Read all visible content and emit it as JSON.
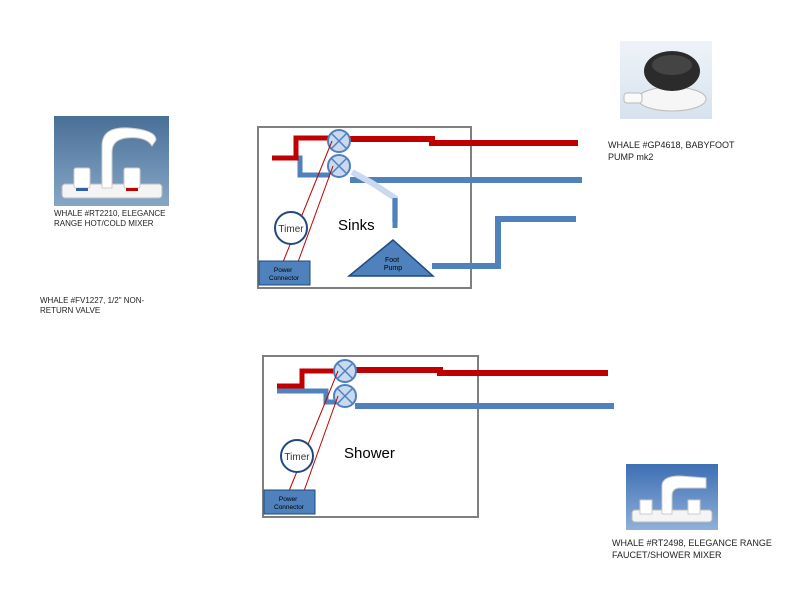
{
  "sinks": {
    "title": "Sinks",
    "timer": "Timer",
    "power_connector": [
      "Power",
      "Connector"
    ],
    "foot_pump": [
      "Foot",
      "Pump"
    ]
  },
  "shower": {
    "title": "Shower",
    "timer": "Timer",
    "power_connector": [
      "Power",
      "Connector"
    ]
  },
  "labels": {
    "rt2210": [
      "WHALE #RT2210, ELEGANCE",
      "RANGE HOT/COLD MIXER"
    ],
    "fv1227": [
      "WHALE #FV1227, 1/2\" NON-",
      "RETURN VALVE"
    ],
    "gp4618": [
      "WHALE #GP4618, BABYFOOT",
      "PUMP mk2"
    ],
    "rt2498": [
      "WHALE #RT2498, ELEGANCE RANGE",
      "FAUCET/SHOWER MIXER"
    ]
  },
  "colors": {
    "hot_line": "#c00000",
    "cold_line": "#4f81bd",
    "valve_fill": "#c9d9f0",
    "connector_fill": "#4f81bd",
    "box_stroke": "#7f7f7f"
  }
}
